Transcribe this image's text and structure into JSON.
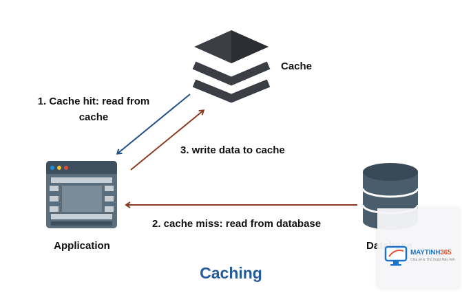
{
  "title": "Caching",
  "nodes": {
    "cache": "Cache",
    "application": "Application",
    "database": "Database"
  },
  "edges": {
    "cache_hit_line1": "1. Cache hit: read from",
    "cache_hit_line2": "cache",
    "cache_miss": "2. cache miss: read from database",
    "write_cache": "3. write data to cache"
  },
  "colors": {
    "title": "#255a99",
    "cache_hit_arrow": "#1f4f86",
    "miss_write_arrow": "#8c3a1f",
    "icon_dark": "#3b3f45",
    "app_icon": "#5b6e7e",
    "db_icon": "#4a5d6d"
  },
  "watermark": {
    "brand_a": "MAYTINH",
    "brand_b": "365",
    "tagline": "Chia sẻ & Thủ thuật Máy tính"
  }
}
